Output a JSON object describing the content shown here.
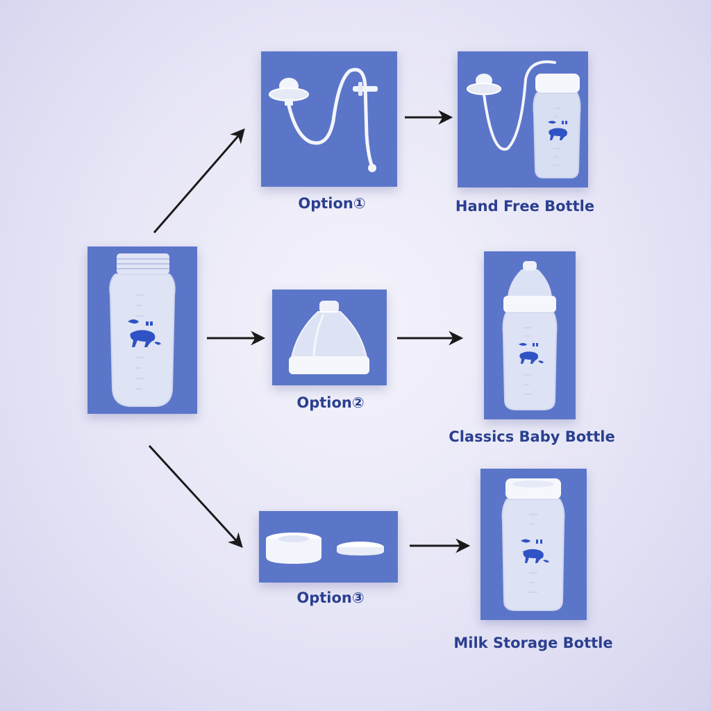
{
  "labels": {
    "option1": "Option①",
    "option2": "Option②",
    "option3": "Option③",
    "hand_free": "Hand Free Bottle",
    "classics": "Classics Baby Bottle",
    "milk_storage": "Milk Storage Bottle"
  },
  "colors": {
    "tile": "#5b76c9",
    "label": "#2a3f8f",
    "arrow": "#1a1a1a",
    "decal": "#2f52c4"
  }
}
